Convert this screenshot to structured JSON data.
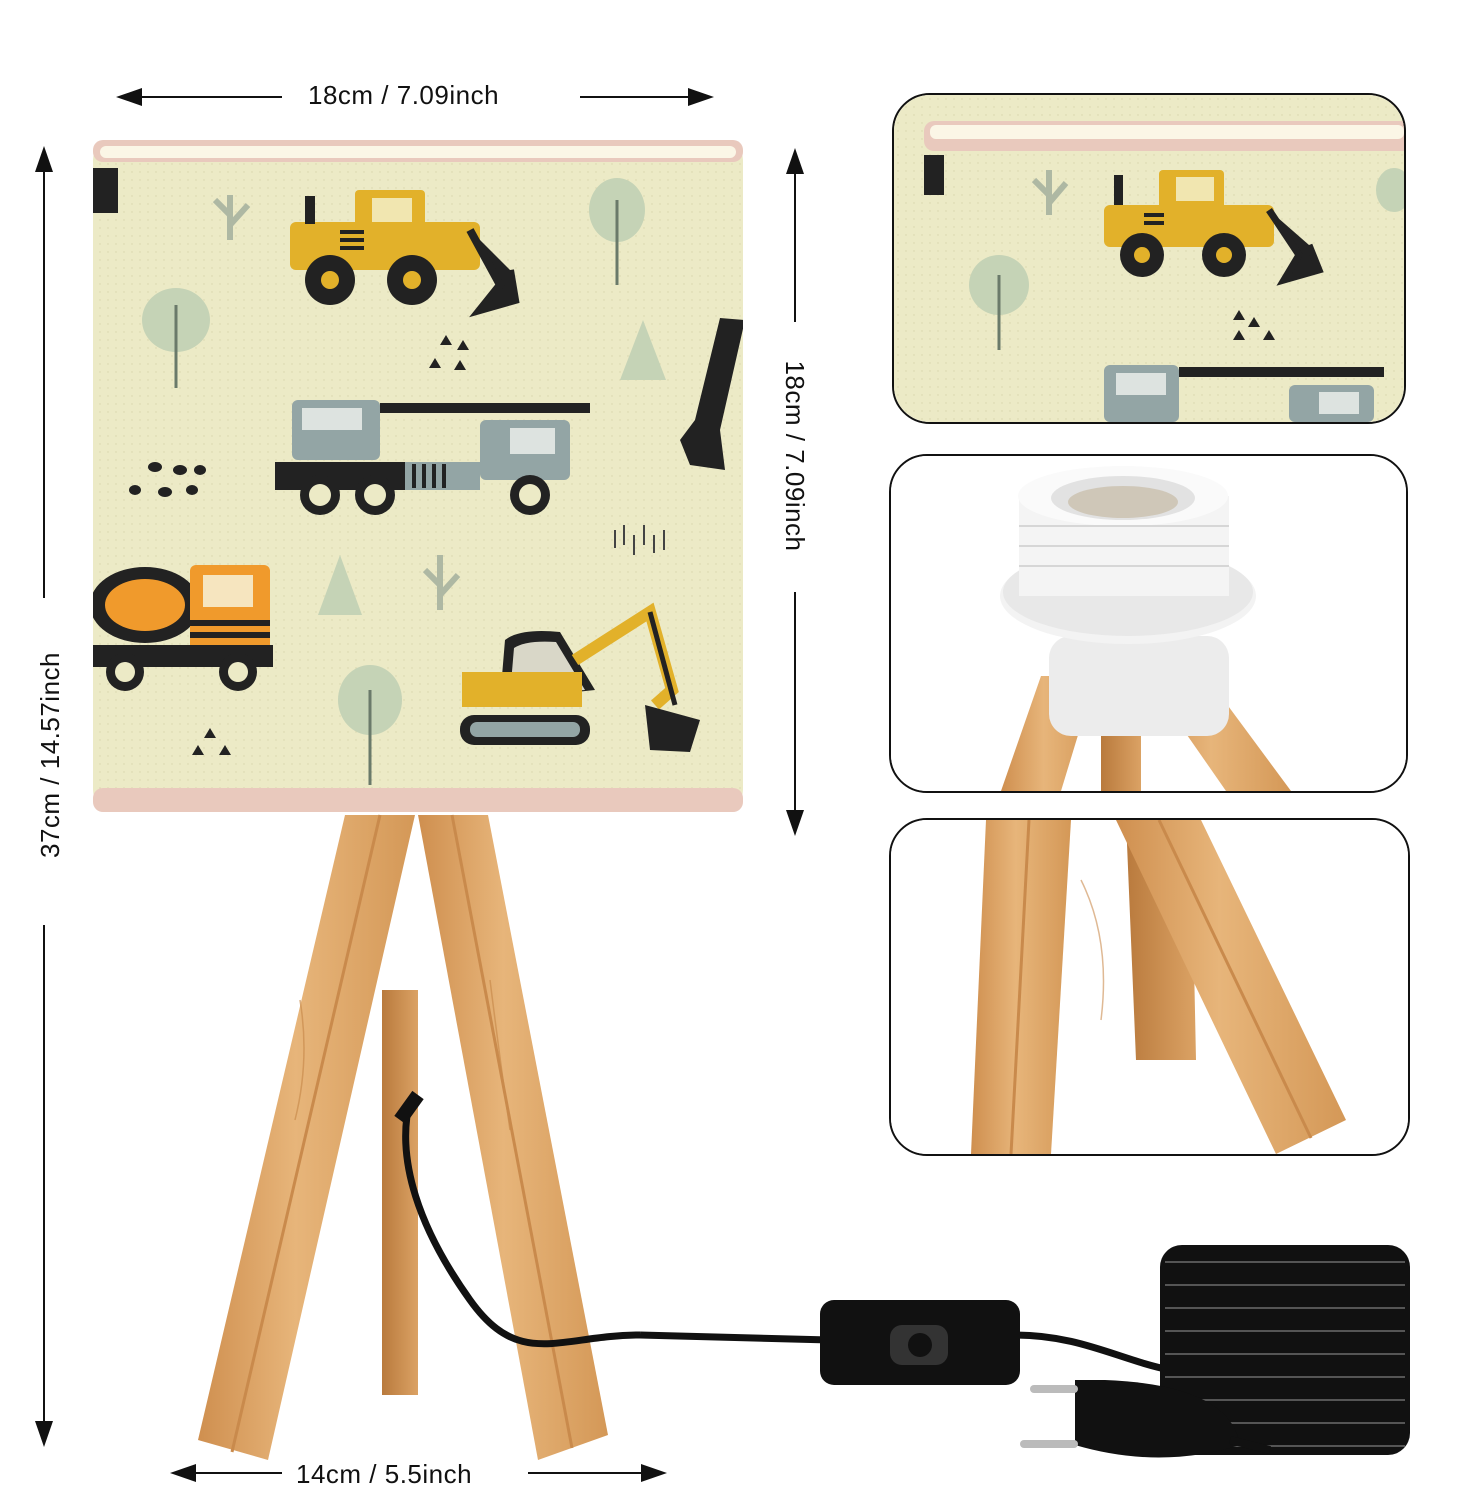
{
  "dimensions": {
    "shade_width": "18cm / 7.09inch",
    "shade_height": "18cm / 7.09inch",
    "total_height": "37cm / 14.57inch",
    "base_width": "14cm / 5.5inch"
  },
  "colors": {
    "shade_bg": "#eceac6",
    "shade_trim": "#e9c9bd",
    "wood": "#dfa462",
    "wood_light": "#e8bb82",
    "wood_dark": "#c9894a",
    "yellow_vehicle": "#e2b12a",
    "orange_vehicle": "#f09a2c",
    "grey_vehicle": "#93a5a5",
    "tree_green": "#c5d3b6",
    "cable": "#111111",
    "socket": "#f3f3f3"
  },
  "icons": [
    "loader-icon",
    "crane-truck-icon",
    "cement-mixer-icon",
    "excavator-icon",
    "tree-icon",
    "switch-icon",
    "plug-icon"
  ]
}
